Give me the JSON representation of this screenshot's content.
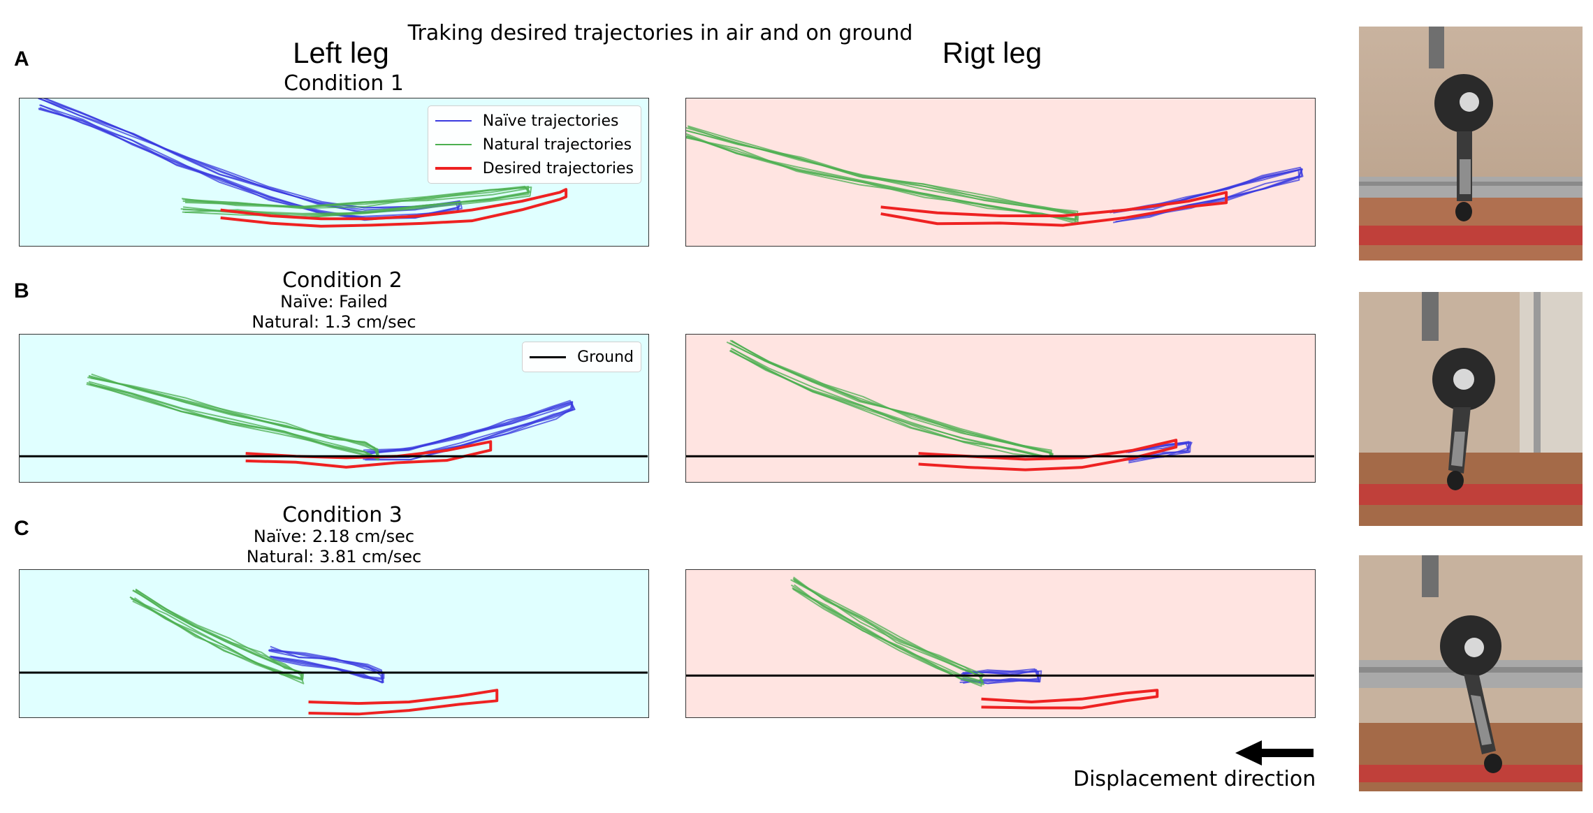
{
  "header": {
    "title": "Traking desired trajectories in air and on ground",
    "left_column": "Left leg",
    "right_column": "Rigt leg"
  },
  "panels": [
    {
      "letter": "A",
      "condition": "Condition 1"
    },
    {
      "letter": "B",
      "condition": "Condition 2",
      "naive": "Naïve: Failed",
      "natural": "Natural: 1.3 cm/sec"
    },
    {
      "letter": "C",
      "condition": "Condition 3",
      "naive": "Naïve: 2.18 cm/sec",
      "natural": "Natural: 3.81 cm/sec"
    }
  ],
  "legend": {
    "naive": "Naïve trajectories",
    "natural": "Natural trajectories",
    "desired": "Desired trajectories",
    "ground": "Ground"
  },
  "colors": {
    "naive": "#3a3adf",
    "natural": "#4caf50",
    "desired": "#ee2222",
    "ground": "#000000",
    "left_background": "#e0ffff",
    "right_background": "#ffe4e1"
  },
  "footer": {
    "direction": "Displacement direction"
  },
  "chart_data": [
    {
      "type": "line",
      "panel": "A",
      "leg": "left",
      "xlim": [
        0,
        100
      ],
      "ylim": [
        0,
        100
      ],
      "ground": null,
      "series": [
        {
          "kind": "naive",
          "x": [
            3,
            10,
            18,
            25,
            32,
            40,
            48,
            55,
            63,
            70
          ],
          "y": [
            100,
            90,
            76,
            62,
            50,
            38,
            28,
            24,
            26,
            30
          ]
        },
        {
          "kind": "natural",
          "x": [
            26,
            35,
            45,
            55,
            65,
            75,
            81
          ],
          "y": [
            30,
            28,
            26,
            28,
            32,
            36,
            40
          ]
        },
        {
          "kind": "desired",
          "x": [
            32,
            40,
            48,
            56,
            64,
            72,
            80,
            86,
            87
          ],
          "y": [
            24,
            20,
            18,
            18,
            20,
            24,
            30,
            36,
            38
          ]
        }
      ]
    },
    {
      "type": "line",
      "panel": "A",
      "leg": "right",
      "xlim": [
        0,
        100
      ],
      "ylim": [
        0,
        100
      ],
      "ground": null,
      "series": [
        {
          "kind": "natural",
          "x": [
            0,
            8,
            18,
            28,
            38,
            48,
            57,
            62
          ],
          "y": [
            80,
            70,
            58,
            48,
            40,
            32,
            26,
            22
          ]
        },
        {
          "kind": "naive",
          "x": [
            68,
            74,
            80,
            86,
            92,
            98
          ],
          "y": [
            22,
            26,
            32,
            38,
            46,
            52
          ]
        },
        {
          "kind": "desired",
          "x": [
            31,
            40,
            50,
            60,
            70,
            80,
            86
          ],
          "y": [
            26,
            22,
            20,
            20,
            24,
            30,
            36
          ]
        }
      ]
    },
    {
      "type": "line",
      "panel": "B",
      "leg": "left",
      "xlim": [
        0,
        100
      ],
      "ylim": [
        0,
        100
      ],
      "ground": 17,
      "series": [
        {
          "kind": "natural",
          "x": [
            11,
            18,
            26,
            34,
            42,
            50,
            55,
            57
          ],
          "y": [
            72,
            64,
            55,
            46,
            38,
            30,
            25,
            22
          ]
        },
        {
          "kind": "naive",
          "x": [
            55,
            62,
            70,
            78,
            85,
            88
          ],
          "y": [
            20,
            22,
            30,
            40,
            50,
            54
          ]
        },
        {
          "kind": "desired",
          "x": [
            36,
            44,
            52,
            60,
            68,
            75
          ],
          "y": [
            19,
            17,
            16,
            17,
            21,
            27
          ]
        }
      ]
    },
    {
      "type": "line",
      "panel": "B",
      "leg": "right",
      "xlim": [
        0,
        100
      ],
      "ylim": [
        0,
        100
      ],
      "ground": 17,
      "series": [
        {
          "kind": "natural",
          "x": [
            7,
            13,
            20,
            28,
            36,
            44,
            52,
            58
          ],
          "y": [
            96,
            82,
            68,
            56,
            44,
            34,
            26,
            20
          ]
        },
        {
          "kind": "naive",
          "x": [
            70,
            76,
            80
          ],
          "y": [
            20,
            24,
            27
          ]
        },
        {
          "kind": "desired",
          "x": [
            37,
            45,
            54,
            63,
            71,
            78
          ],
          "y": [
            19,
            17,
            15,
            16,
            21,
            28
          ]
        }
      ]
    },
    {
      "type": "line",
      "panel": "C",
      "leg": "left",
      "xlim": [
        0,
        100
      ],
      "ylim": [
        0,
        100
      ],
      "ground": 30,
      "series": [
        {
          "kind": "natural",
          "x": [
            18,
            23,
            28,
            33,
            38,
            42,
            45
          ],
          "y": [
            86,
            74,
            62,
            52,
            42,
            34,
            30
          ]
        },
        {
          "kind": "naive",
          "x": [
            40,
            45,
            50,
            55,
            58
          ],
          "y": [
            46,
            42,
            38,
            34,
            30
          ]
        },
        {
          "kind": "desired",
          "x": [
            46,
            54,
            62,
            70,
            76
          ],
          "y": [
            10,
            9,
            10,
            14,
            18
          ]
        }
      ]
    },
    {
      "type": "line",
      "panel": "C",
      "leg": "right",
      "xlim": [
        0,
        100
      ],
      "ylim": [
        0,
        100
      ],
      "ground": 28,
      "series": [
        {
          "kind": "natural",
          "x": [
            17,
            22,
            28,
            34,
            40,
            44,
            47
          ],
          "y": [
            94,
            80,
            66,
            52,
            40,
            32,
            28
          ]
        },
        {
          "kind": "naive",
          "x": [
            44,
            48,
            52,
            56
          ],
          "y": [
            30,
            30,
            30,
            31
          ]
        },
        {
          "kind": "desired",
          "x": [
            47,
            55,
            63,
            70,
            75
          ],
          "y": [
            12,
            10,
            12,
            16,
            18
          ]
        }
      ]
    }
  ]
}
